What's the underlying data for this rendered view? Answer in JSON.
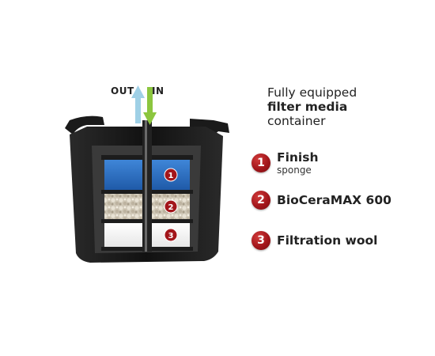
{
  "flow": {
    "out_label": "OUT",
    "in_label": "IN",
    "out_arrow_color": "#9fd0e6",
    "in_arrow_color": "#8cc63f"
  },
  "heading": {
    "line1": "Fully equipped",
    "line2": "filter media",
    "line3": "container"
  },
  "accent_color": "#a3161b",
  "media": [
    {
      "number": "1",
      "title": "Finish",
      "subtitle": "sponge",
      "color": "#2f6fc2"
    },
    {
      "number": "2",
      "title": "BioCeraMAX 600",
      "subtitle": "",
      "color": "#d9d2c4"
    },
    {
      "number": "3",
      "title": "Filtration wool",
      "subtitle": "",
      "color": "#f2f2f2"
    }
  ]
}
